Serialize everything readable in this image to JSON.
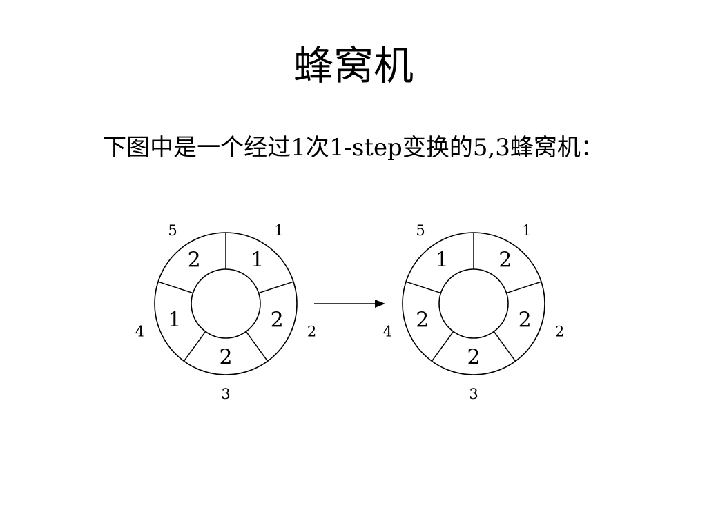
{
  "slide": {
    "title": "蜂窝机",
    "subtitle": "下图中是一个经过1次1-step变换的5,3蜂窝机："
  },
  "diagram": {
    "machines": [
      {
        "name": "before",
        "position_labels": [
          "1",
          "2",
          "3",
          "4",
          "5"
        ],
        "cell_values": [
          "1",
          "2",
          "2",
          "1",
          "2"
        ]
      },
      {
        "name": "after",
        "position_labels": [
          "1",
          "2",
          "3",
          "4",
          "5"
        ],
        "cell_values": [
          "2",
          "2",
          "2",
          "2",
          "1"
        ]
      }
    ],
    "arrow": "right-arrow"
  }
}
